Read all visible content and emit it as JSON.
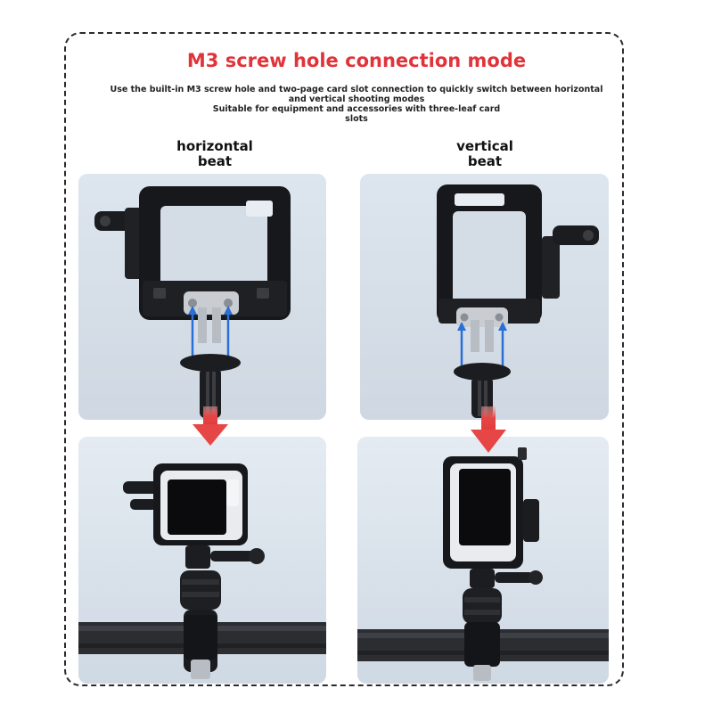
{
  "title": "M3 screw hole connection mode",
  "description": [
    "Use the built-in M3 screw hole and two-page card slot connection to quickly switch between horizontal",
    "and vertical shooting modes",
    "Suitable for equipment and accessories with three-leaf card",
    "slots"
  ],
  "modes": [
    {
      "label_line1": "horizontal",
      "label_line2": "beat"
    },
    {
      "label_line1": "vertical",
      "label_line2": "beat"
    }
  ],
  "colors": {
    "title": "#e0343a",
    "arrow": "#e64646",
    "panel_bg": "#d6dee8",
    "frame": "#2b2b2b"
  },
  "icons": [
    "down-arrow-icon"
  ]
}
